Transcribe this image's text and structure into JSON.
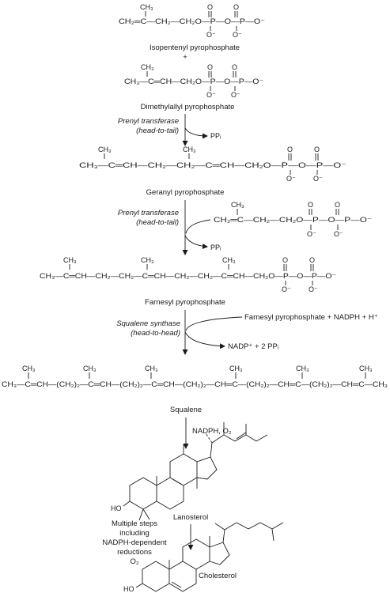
{
  "labels": {
    "isopentenyl": "Isopentenyl pyrophosphate",
    "plus": "+",
    "dimethylallyl": "Dimethylallyl pyrophosphate",
    "geranyl": "Geranyl pyrophosphate",
    "farnesyl": "Farnesyl pyrophosphate",
    "squalene": "Squalene",
    "lanosterol": "Lanosterol",
    "cholesterol": "Cholesterol"
  },
  "enzymes": {
    "prenyl1": [
      "Prenyl transferase",
      "(head-to-tail)"
    ],
    "prenyl2": [
      "Prenyl transferase",
      "(head-to-tail)"
    ],
    "squalene_synthase": [
      "Squalene synthase",
      "(head-to-head)"
    ]
  },
  "reagents": {
    "ppi_1": "PPᵢ",
    "ppi_2": "PPᵢ",
    "farnesyl_input": "Farnesyl pyrophosphate + NADPH + H⁺",
    "nadp_out": "NADP⁺ + 2 PPᵢ",
    "nadph_o2": "NADPH, O₂",
    "multistep": [
      "Multiple steps",
      "including",
      "NADPH-dependent",
      "reductions",
      "O₂"
    ]
  },
  "formulas": {
    "ipp_chain": "CH₂═C—CH₂—CH₂O—P—O—P—O⁻",
    "dmapp_chain": "CH₃—C═CH—CH₂O—P—O—P—O⁻",
    "gpp_chain": "CH₃—C═CH—CH₂—CH₂—C═CH—CH₂O—P—O—P—O⁻",
    "ipp2_chain": "CH₂═C—CH₂—CH₂O—P—O—P—O⁻",
    "fpp_chain": "CH₃—C═CH—CH₂—CH₂—C═CH—CH₂—CH₂—C═CH—CH₂O—P—O—P—O⁻",
    "squalene_chain": "CH₃—C═CH—(CH₂)₂—C═CH—(CH₂)₂—C═CH—(CH₂)₂—CH═C—(CH₂)₂—CH═C—(CH₂)₂—CH═C—CH₃",
    "ch3": "CH₃",
    "oxygen": "O",
    "o_minus": "O⁻",
    "ho": "HO"
  }
}
